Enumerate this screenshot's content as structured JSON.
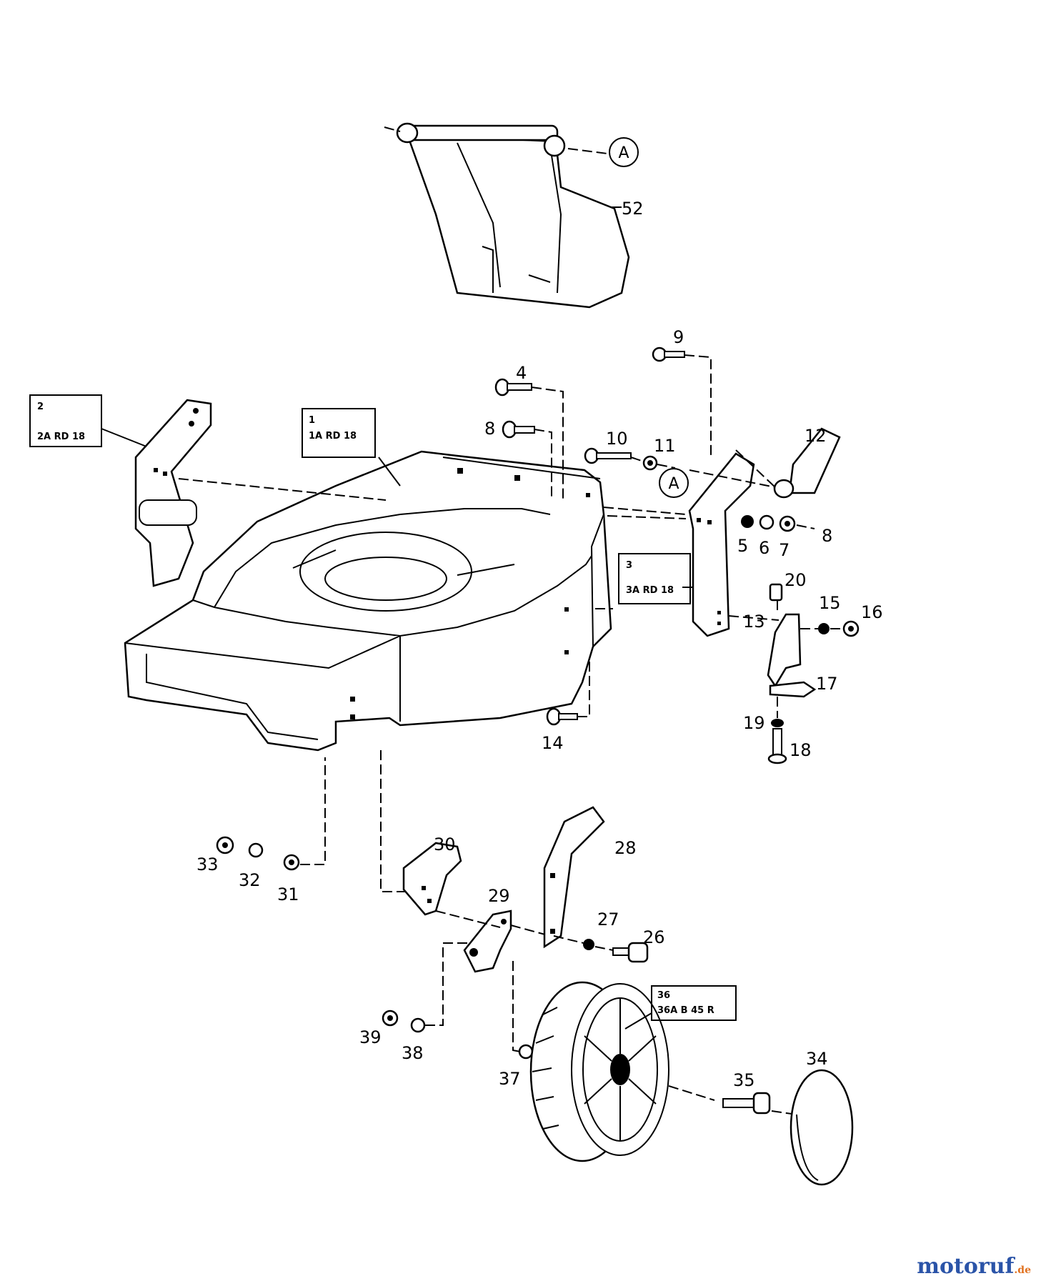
{
  "callouts": {
    "n1": "1",
    "n2": "2",
    "n3": "3",
    "n4": "4",
    "n5": "5",
    "n6": "6",
    "n7": "7",
    "n8a": "8",
    "n8b": "8",
    "n9": "9",
    "n10": "10",
    "n11": "11",
    "n12": "12",
    "n13": "13",
    "n14": "14",
    "n15": "15",
    "n16": "16",
    "n17": "17",
    "n18": "18",
    "n19": "19",
    "n20": "20",
    "n26": "26",
    "n27": "27",
    "n28": "28",
    "n29": "29",
    "n30": "30",
    "n31": "31",
    "n32": "32",
    "n33": "33",
    "n34": "34",
    "n35": "35",
    "n37": "37",
    "n38": "38",
    "n39": "39",
    "n52": "52"
  },
  "boxes": {
    "b1": {
      "line1": "1",
      "line2": "1A  RD 18"
    },
    "b2": {
      "line1": "2",
      "line2": "2A  RD 18"
    },
    "b3": {
      "line1": "3",
      "line2": "3A  RD 18"
    },
    "b36": {
      "line1": "36",
      "line2": "36A B 45 R"
    }
  },
  "markers": {
    "a_top": "A",
    "a_mid": "A"
  },
  "watermark": {
    "main": "motoruf",
    "tld": ".de"
  }
}
